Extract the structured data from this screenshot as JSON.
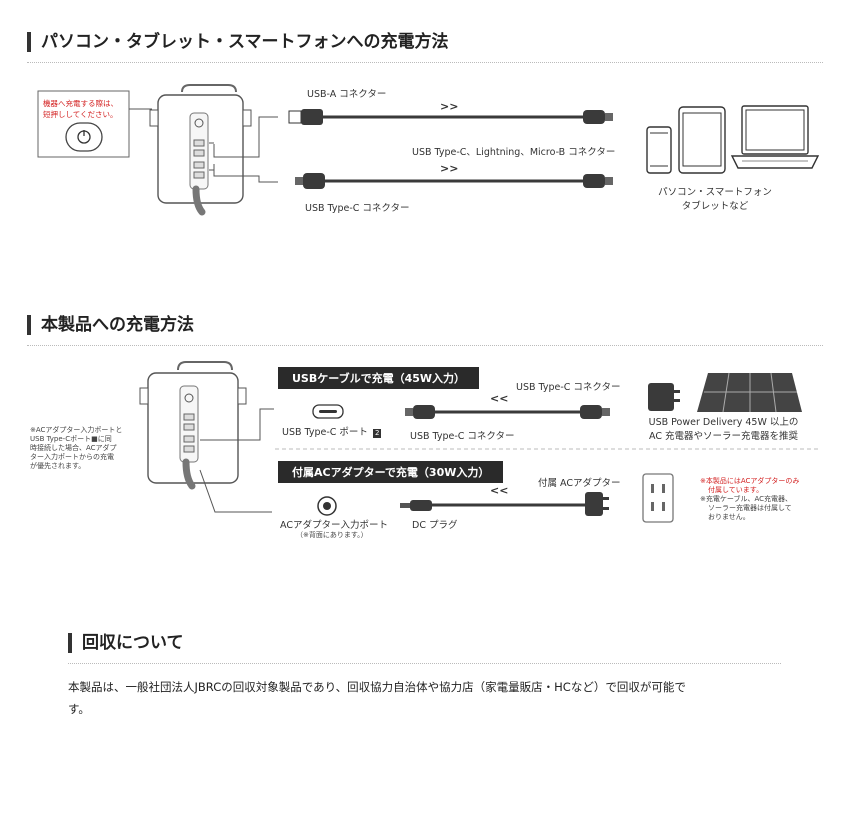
{
  "sections": {
    "pc": {
      "title": "パソコン・タブレット・スマートフォンへの充電方法",
      "caution": [
        "機器へ充電する際は、",
        "短押ししてください。"
      ],
      "usb_a_label": "USB-A コネクター",
      "multi_label": "USB Type-C、Lightning、Micro-B コネクター",
      "usbc_label": "USB Type-C コネクター",
      "arrow": ">>",
      "devices": [
        "パソコン・スマートフォン",
        "タブレットなど"
      ]
    },
    "product": {
      "title": "本製品への充電方法",
      "banner_usb": "USBケーブルで充電（45W入力）",
      "banner_ac": "付属ACアダプターで充電（30W入力）",
      "usbc_port_label": "USB Type-C ポート",
      "usbc_port_badge": "2",
      "usbc_conn_left": "USB Type-C コネクター",
      "usbc_conn_right": "USB Type-C コネクター",
      "ac_adapter_label": "付属 ACアダプター",
      "ac_port_label": "ACアダプター入力ポート",
      "ac_port_note": "（※背面にあります。）",
      "dc_plug_label": "DC プラグ",
      "arrow": "<<",
      "pd_note": [
        "USB Power Delivery 45W 以上の",
        "AC 充電器やソーラー充電器を推奨"
      ],
      "left_note": [
        "※ACアダプター入力ポートと",
        "USB Type-Cポート■に同",
        "時接続した場合、ACアダプ",
        "ター入力ポートからの充電",
        "が優先されます。"
      ],
      "red_note": [
        "※本製品にはACアダプターのみ",
        "付属しています。"
      ],
      "gray_note": [
        "※充電ケーブル、AC充電器、",
        "ソーラー充電器は付属して",
        "おりません。"
      ]
    },
    "recycle": {
      "title": "回収について",
      "body_1": "本製品は、一般社団法人JBRCの回収対象製品であり、回収協力自治体や協力店（家電量販店・HCなど）で回収が可能で",
      "body_2": "す。"
    }
  },
  "colors": {
    "accent": "#d32020",
    "banner": "#2a2a2a",
    "line": "#555555"
  }
}
